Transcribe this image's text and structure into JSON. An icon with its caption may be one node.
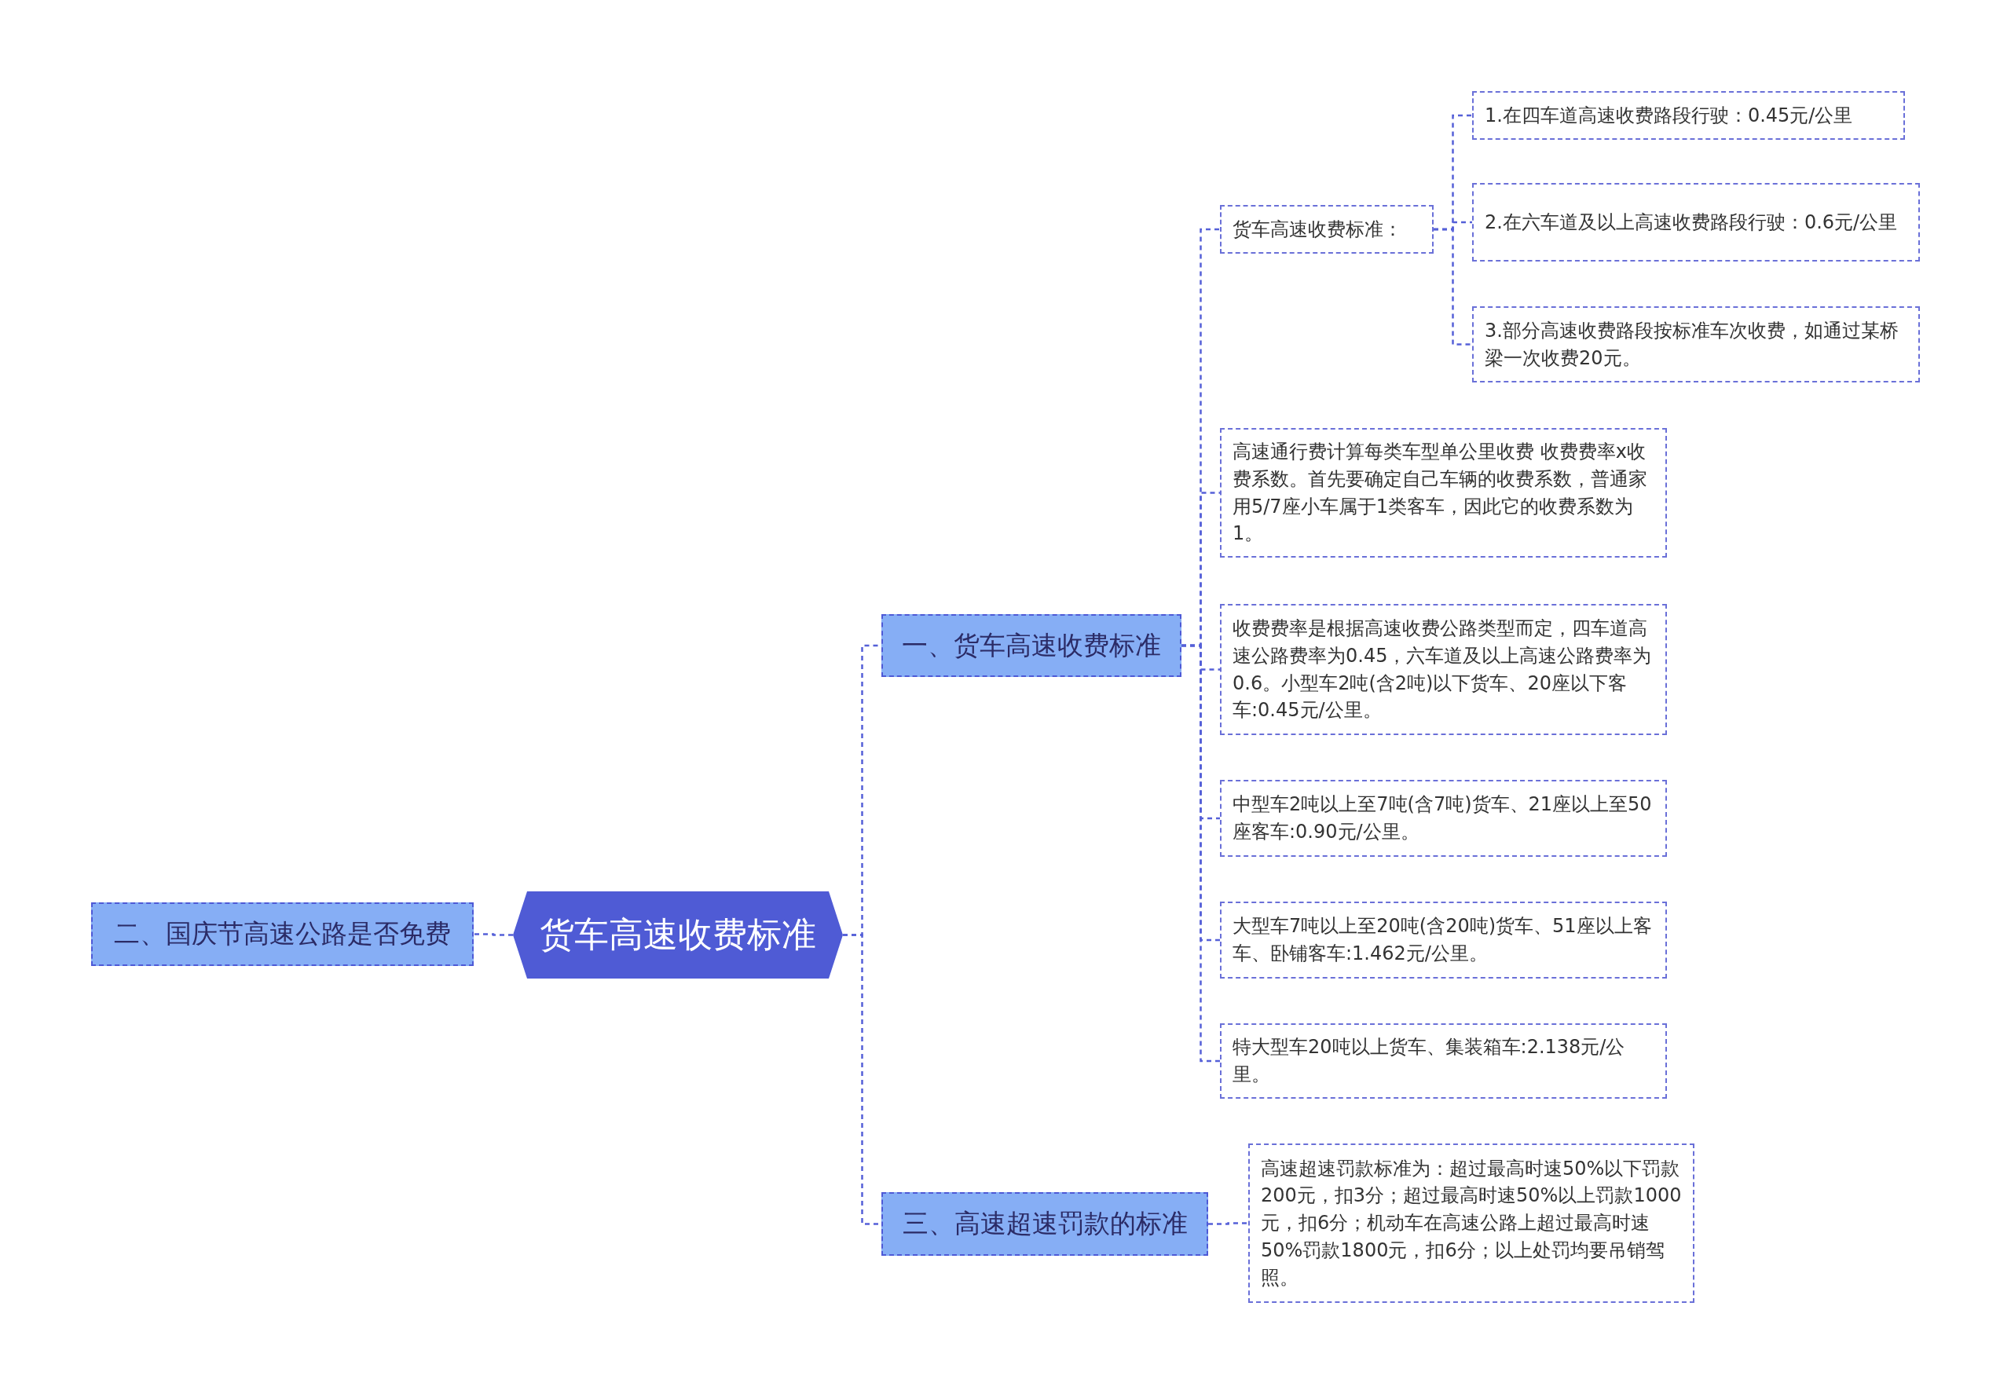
{
  "diagram": {
    "nodes": [
      {
        "text": [
          "货车高速收费标准"
        ]
      },
      {
        "text": [
          "二、国庆节高速公路是否免费"
        ]
      },
      {
        "text": [
          "一、货车高速收费标准"
        ]
      },
      {
        "text": [
          "货车高速收费标准："
        ]
      },
      {
        "text": [
          "1.在四车道高速收费路段行驶：0.45元/公里"
        ]
      },
      {
        "text": [
          "2.在六车道及以上高速收费路段行驶：0.6元/公里"
        ]
      },
      {
        "text": [
          "3.部分高速收费路段按标准车次收费，如通过某桥梁一次收费20元。"
        ]
      },
      {
        "text": [
          "高速通行费计算每类车型单公里收费 收费费率x收费系数。首先要确定自己车辆的收费系数，普通家用5/7座小车属于1类客车，因此它的收费系数为1。"
        ]
      },
      {
        "text": [
          "收费费率是根据高速收费公路类型而定，四车道高速公路费率为0.45，六车道及以上高速公路费率为0.6。小型车2吨(含2吨)以下货车、20座以下客车:0.45元/公里。"
        ]
      },
      {
        "text": [
          "中型车2吨以上至7吨(含7吨)货车、21座以上至50座客车:0.90元/公里。"
        ]
      },
      {
        "text": [
          "大型车7吨以上至20吨(含20吨)货车、51座以上客车、卧铺客车:1.462元/公里。"
        ]
      },
      {
        "text": [
          "特大型车20吨以上货车、集装箱车:2.138元/公里。"
        ]
      },
      {
        "text": [
          "三、高速超速罚款的标准"
        ]
      },
      {
        "text": [
          "高速超速罚款标准为：超过最高时速50%以下罚款200元，扣3分；超过最高时速50%以上罚款1000元，扣6分；机动车在高速公路上超过最高时速50%罚款1800元，扣6分；以上处罚均要吊销驾照。"
        ]
      }
    ],
    "edges": [
      {
        "from": 0,
        "to": 1,
        "arrow": "none",
        "style": "dashed"
      },
      {
        "from": 0,
        "to": 2,
        "arrow": "none",
        "style": "dashed"
      },
      {
        "from": 0,
        "to": 12,
        "arrow": "none",
        "style": "dashed"
      },
      {
        "from": 2,
        "to": 3,
        "arrow": "none",
        "style": "dashed"
      },
      {
        "from": 3,
        "to": 4,
        "arrow": "none",
        "style": "dashed"
      },
      {
        "from": 3,
        "to": 5,
        "arrow": "none",
        "style": "dashed"
      },
      {
        "from": 3,
        "to": 6,
        "arrow": "none",
        "style": "dashed"
      },
      {
        "from": 2,
        "to": 7,
        "arrow": "none",
        "style": "dashed"
      },
      {
        "from": 2,
        "to": 8,
        "arrow": "none",
        "style": "dashed"
      },
      {
        "from": 2,
        "to": 9,
        "arrow": "none",
        "style": "dashed"
      },
      {
        "from": 2,
        "to": 10,
        "arrow": "none",
        "style": "dashed"
      },
      {
        "from": 2,
        "to": 11,
        "arrow": "none",
        "style": "dashed"
      },
      {
        "from": 12,
        "to": 13,
        "arrow": "none",
        "style": "dashed"
      }
    ]
  }
}
